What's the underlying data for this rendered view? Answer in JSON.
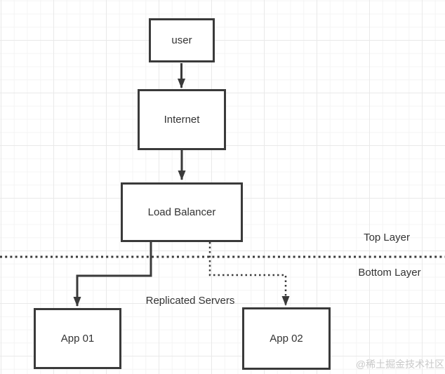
{
  "diagram": {
    "nodes": [
      {
        "id": "user",
        "label": "user"
      },
      {
        "id": "internet",
        "label": "Internet"
      },
      {
        "id": "load-balancer",
        "label": "Load Balancer"
      },
      {
        "id": "app-01",
        "label": "App 01"
      },
      {
        "id": "app-02",
        "label": "App 02"
      }
    ],
    "edges": [
      {
        "from": "user",
        "to": "internet",
        "style": "solid-arrow"
      },
      {
        "from": "internet",
        "to": "load-balancer",
        "style": "solid-arrow"
      },
      {
        "from": "load-balancer",
        "to": "app-01",
        "style": "solid-elbow-arrow"
      },
      {
        "from": "load-balancer",
        "to": "app-02",
        "style": "dotted-elbow-arrow"
      }
    ],
    "labels": {
      "top_layer": "Top Layer",
      "bottom_layer": "Bottom Layer",
      "replicated_servers": "Replicated Servers"
    },
    "divider": {
      "style": "dotted",
      "orientation": "horizontal"
    },
    "watermark": "@稀土掘金技术社区",
    "colors": {
      "line": "#3a3a3a",
      "text": "#333333",
      "node_fill": "#ffffff",
      "grid_minor": "#f4f4f4",
      "grid_major": "#e9e9e9",
      "watermark": "#c9c9c9",
      "background": "#ffffff"
    }
  }
}
